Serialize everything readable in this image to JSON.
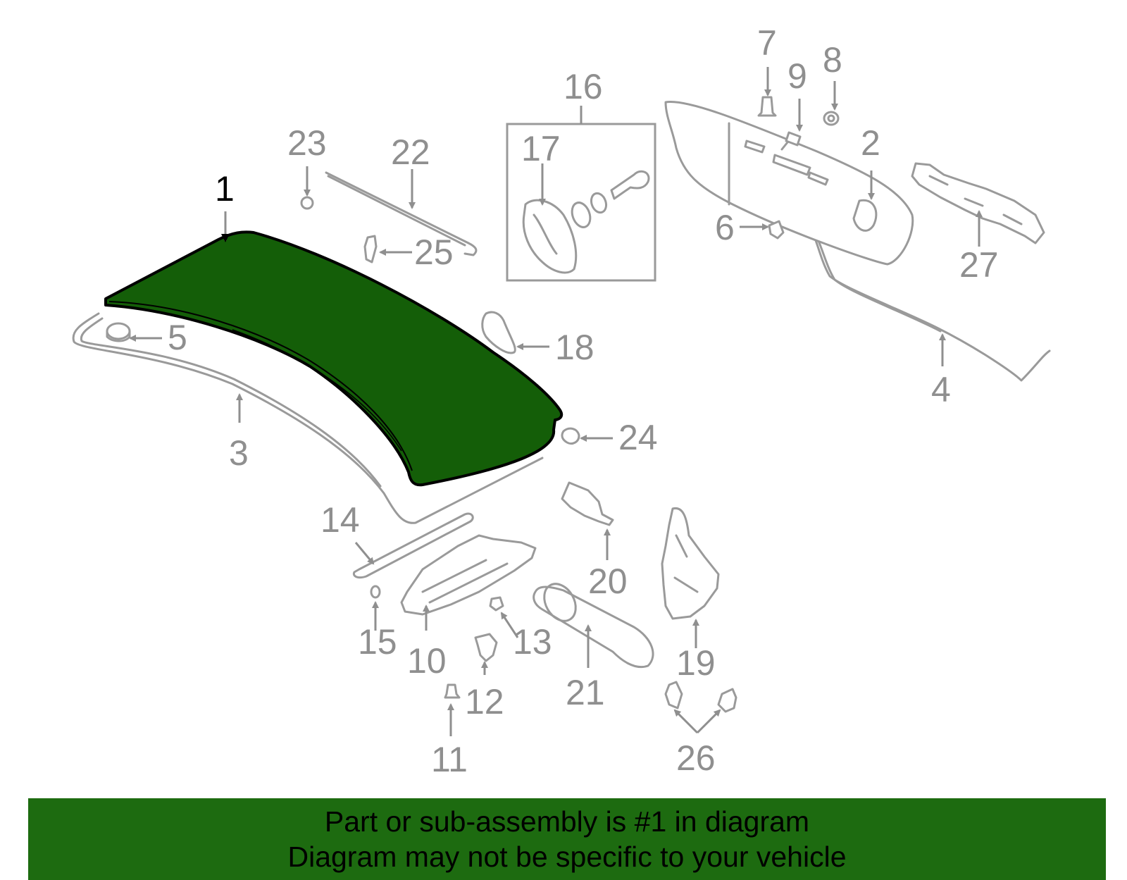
{
  "diagram": {
    "highlight_color": "#145e08",
    "line_color": "#9a9a9a",
    "callouts": [
      {
        "id": "1",
        "text": "1",
        "highlighted": true
      },
      {
        "id": "2",
        "text": "2"
      },
      {
        "id": "3",
        "text": "3"
      },
      {
        "id": "4",
        "text": "4"
      },
      {
        "id": "5",
        "text": "5"
      },
      {
        "id": "6",
        "text": "6"
      },
      {
        "id": "7",
        "text": "7"
      },
      {
        "id": "8",
        "text": "8"
      },
      {
        "id": "9",
        "text": "9"
      },
      {
        "id": "10",
        "text": "10"
      },
      {
        "id": "11",
        "text": "11"
      },
      {
        "id": "12",
        "text": "12"
      },
      {
        "id": "13",
        "text": "13"
      },
      {
        "id": "14",
        "text": "14"
      },
      {
        "id": "15",
        "text": "15"
      },
      {
        "id": "16",
        "text": "16"
      },
      {
        "id": "17",
        "text": "17"
      },
      {
        "id": "18",
        "text": "18"
      },
      {
        "id": "19",
        "text": "19"
      },
      {
        "id": "20",
        "text": "20"
      },
      {
        "id": "21",
        "text": "21"
      },
      {
        "id": "22",
        "text": "22"
      },
      {
        "id": "23",
        "text": "23"
      },
      {
        "id": "24",
        "text": "24"
      },
      {
        "id": "25",
        "text": "25"
      },
      {
        "id": "26",
        "text": "26"
      },
      {
        "id": "27",
        "text": "27"
      }
    ]
  },
  "banner": {
    "background": "#1d6b10",
    "line1": "Part or sub-assembly is #1 in diagram",
    "line2": "Diagram may not be specific to your vehicle"
  }
}
